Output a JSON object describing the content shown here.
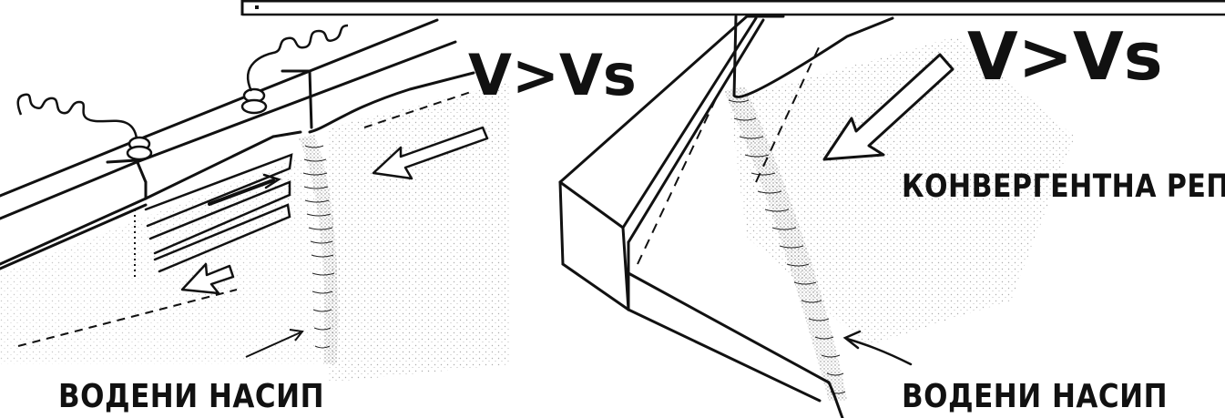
{
  "left_panel": {
    "velocity_condition": "V>Vs",
    "bottom_label": "ВОДЕНИ НАСИП"
  },
  "right_panel": {
    "velocity_condition": "V>Vs",
    "side_label": "КОНВЕРГЕНТНА РЕПИЈА",
    "bottom_label": "ВОДЕНИ НАСИП"
  },
  "colors": {
    "ink": "#111111",
    "background": "#ffffff",
    "stipple": "#9a9a9a"
  }
}
